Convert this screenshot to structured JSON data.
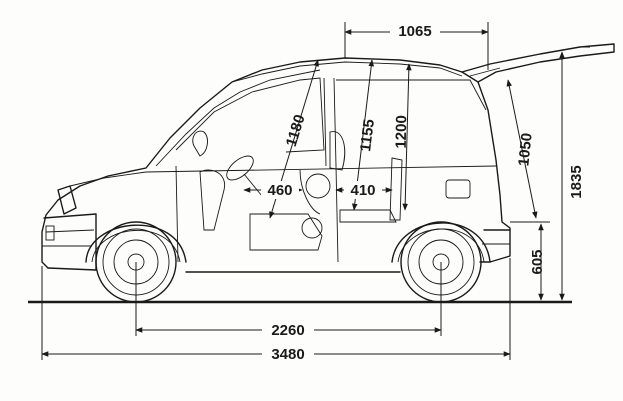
{
  "diagram": {
    "ink_color": "#1a1a1a",
    "background": "#fdfdfc",
    "dimensions": {
      "roof_length": "1065",
      "windshield_height": "1180",
      "front_headroom": "1155",
      "rear_headroom": "1200",
      "tailgate_height": "1050",
      "overall_height": "1835",
      "front_legroom": "460",
      "rear_legroom": "410",
      "ground_to_hatch": "605",
      "wheelbase": "2260",
      "overall_length": "3480"
    }
  }
}
